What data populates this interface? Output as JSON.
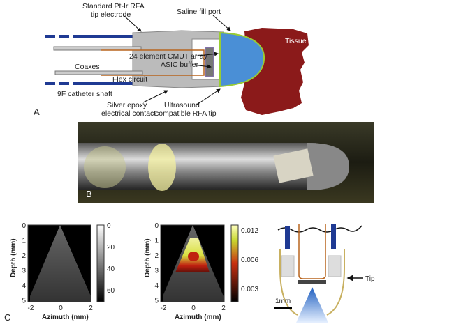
{
  "panel_a": {
    "letter": "A",
    "labels": {
      "electrode_1": "Standard Pt-Ir RFA",
      "electrode_2": "tip electrode",
      "saline": "Saline fill port",
      "tissue": "Tissue",
      "cmut": "24 element CMUT array",
      "asic": "ASIC buffer",
      "coaxes": "Coaxes",
      "flex": "Flex circuit",
      "shaft": "9F catheter shaft",
      "epoxy_1": "Silver epoxy",
      "epoxy_2": "electrical contact",
      "tip_1": "Ultrasound",
      "tip_2": "compatible RFA tip"
    },
    "colors": {
      "shaft": "#1f3a93",
      "saline": "#4a8fd6",
      "tissue": "#8b1a1a",
      "coating": "#9acd32",
      "flex": "#b8651e"
    }
  },
  "panel_b": {
    "letter": "B"
  },
  "panel_c": {
    "letter": "C",
    "plot1": {
      "ylabel": "Depth (mm)",
      "xlabel": "Azimuth (mm)",
      "yticks": [
        "0",
        "1",
        "2",
        "3",
        "4",
        "5"
      ],
      "xticks": [
        "-2",
        "0",
        "2"
      ],
      "colorbar_ticks": [
        "0",
        "20",
        "40",
        "60"
      ]
    },
    "plot2": {
      "ylabel": "Depth (mm)",
      "xlabel": "Azimuth (mm)",
      "yticks": [
        "0",
        "1",
        "2",
        "3",
        "4",
        "5"
      ],
      "xticks": [
        "-2",
        "0",
        "2"
      ],
      "colorbar_ticks": [
        "0.012",
        "0.006",
        "0.003"
      ]
    },
    "schematic": {
      "tip_label": "Tip",
      "scale_label": "1mm"
    }
  }
}
